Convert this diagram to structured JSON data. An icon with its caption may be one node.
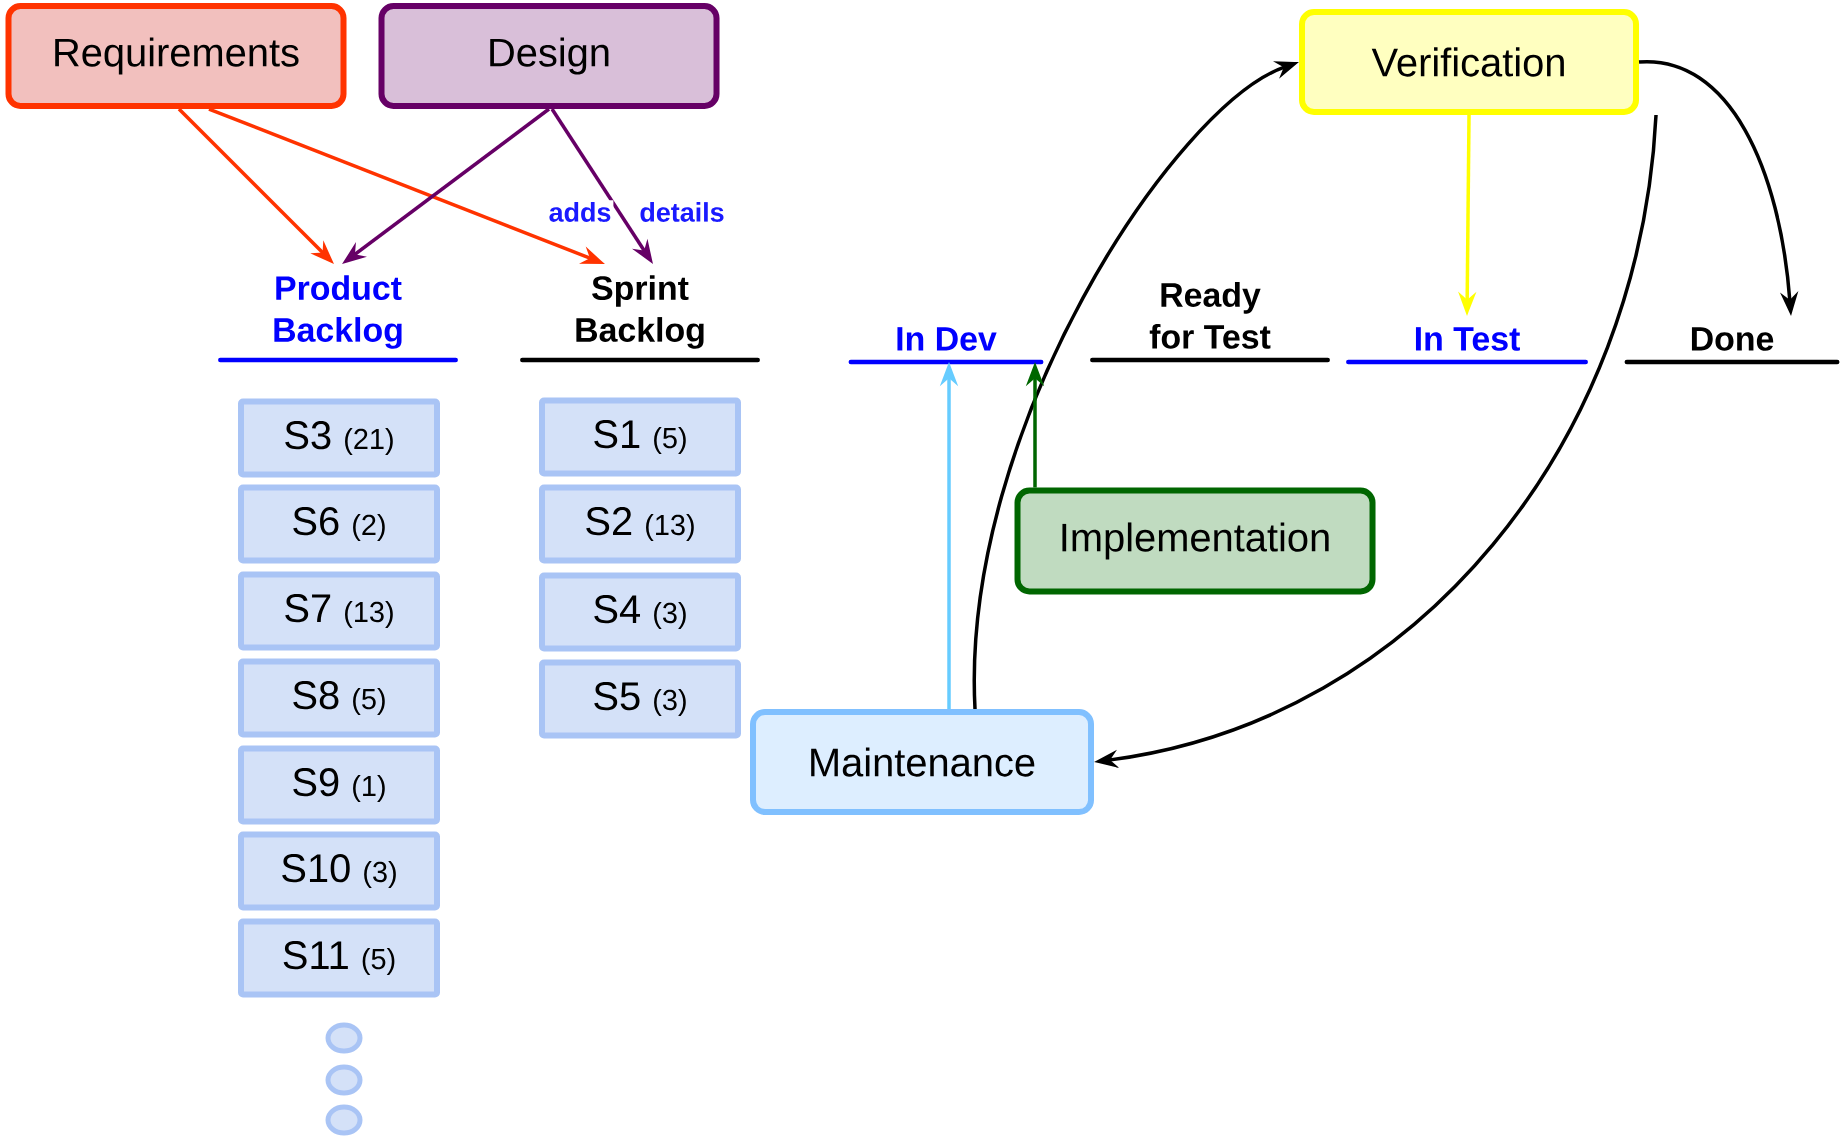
{
  "diagram": {
    "nodes": [
      {
        "text": [
          "Requirements"
        ]
      },
      {
        "text": [
          "Design"
        ]
      },
      {
        "text": [
          "Verification"
        ]
      },
      {
        "text": [
          "Product Backlog"
        ]
      },
      {
        "text": [
          "Sprint Backlog"
        ]
      },
      {
        "text": [
          "In Dev"
        ]
      },
      {
        "text": [
          "Ready for Test"
        ]
      },
      {
        "text": [
          "In Test"
        ]
      },
      {
        "text": [
          "Done"
        ]
      },
      {
        "text": [
          "S3",
          "(21)"
        ]
      },
      {
        "text": [
          "S6",
          "(2)"
        ]
      },
      {
        "text": [
          "S7",
          "(13)"
        ]
      },
      {
        "text": [
          "S8",
          "(5)"
        ]
      },
      {
        "text": [
          "S9",
          "(1)"
        ]
      },
      {
        "text": [
          "S10",
          "(3)"
        ]
      },
      {
        "text": [
          "S11",
          "(5)"
        ]
      },
      {
        "text": [
          "S1",
          "(5)"
        ]
      },
      {
        "text": [
          "S2",
          "(13)"
        ]
      },
      {
        "text": [
          "S4",
          "(3)"
        ]
      },
      {
        "text": [
          "S5",
          "(3)"
        ]
      },
      {
        "text": [
          "Implementation"
        ]
      },
      {
        "text": [
          "Maintenance"
        ]
      },
      {
        "text": [],
        "shape": "circle"
      },
      {
        "text": [],
        "shape": "circle"
      },
      {
        "text": [],
        "shape": "circle"
      }
    ],
    "edges": [
      {
        "from": 0,
        "to": 3,
        "arrow": "to",
        "color": "#ff3300"
      },
      {
        "from": 0,
        "to": 4,
        "arrow": "to",
        "color": "#ff3300",
        "label": "adds"
      },
      {
        "from": 1,
        "to": 3,
        "arrow": "to",
        "color": "#660066"
      },
      {
        "from": 1,
        "to": 4,
        "arrow": "to",
        "color": "#660066",
        "label": "details"
      },
      {
        "from": 21,
        "to": 2,
        "arrow": "to"
      },
      {
        "from": 2,
        "to": 7,
        "arrow": "to",
        "color": "#ffff00"
      },
      {
        "from": 2,
        "to": 8,
        "arrow": "to"
      },
      {
        "from": 2,
        "to": 21,
        "arrow": "to"
      },
      {
        "from": 21,
        "to": 5,
        "arrow": "to",
        "color": "#66ccff"
      },
      {
        "from": 20,
        "to": 5,
        "arrow": "to",
        "color": "#006600"
      }
    ]
  }
}
